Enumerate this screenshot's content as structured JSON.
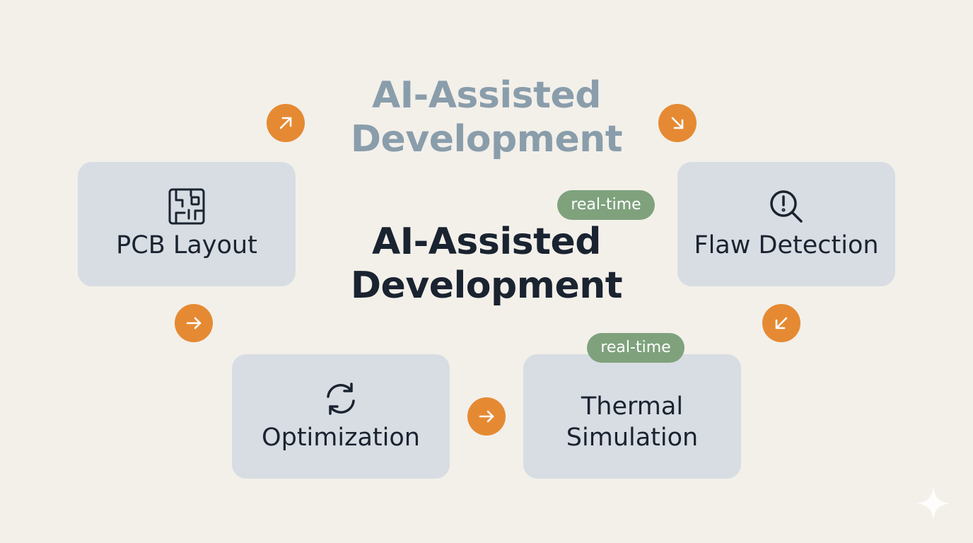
{
  "title": {
    "ghost": "AI-Assisted Development",
    "main": "AI-Assisted Development"
  },
  "steps": [
    {
      "label": "PCB Layout",
      "icon": "circuit-board-icon"
    },
    {
      "label": "Flaw Detection",
      "icon": "magnifier-alert-icon"
    },
    {
      "label": "Thermal Simulation",
      "icon": ""
    },
    {
      "label": "Optimization",
      "icon": "refresh-cycle-icon"
    }
  ],
  "badges": [
    "real-time",
    "real-time"
  ],
  "colors": {
    "background": "#f3f0ea",
    "card": "#d8dde3",
    "arrow": "#e58a33",
    "badge": "#7fa27d",
    "title_main": "#1a2330",
    "title_ghost": "#8a9dab"
  },
  "icons": {
    "arrows": [
      "arrow-up-right-icon",
      "arrow-down-right-icon",
      "arrow-down-left-icon",
      "arrow-right-icon",
      "arrow-right-icon"
    ],
    "watermark": "sparkle-icon"
  }
}
